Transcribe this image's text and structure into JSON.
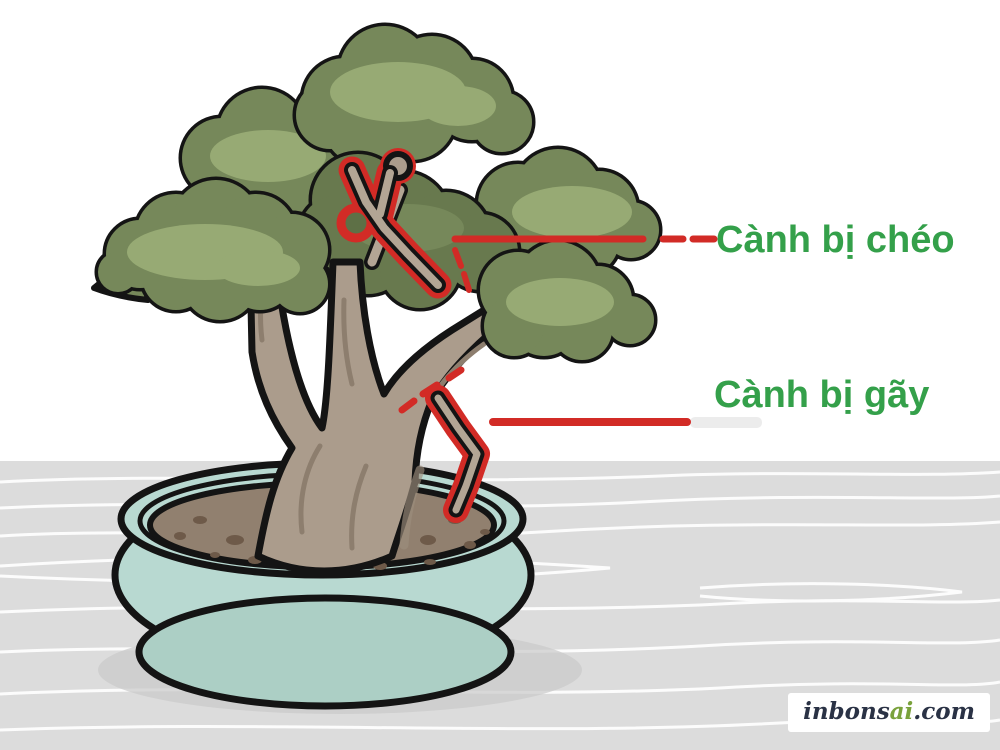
{
  "illustration": {
    "description": "Bonsai tree in a teal pot with pruning annotations",
    "background_wall": "#ffffff",
    "background_floor": "#dcdcdc"
  },
  "annotations": {
    "crossed_branch": {
      "label": "Cành bị chéo"
    },
    "broken_branch": {
      "label": "Cành bị gãy"
    }
  },
  "colors": {
    "label_green": "#34a04a",
    "annotation_red": "#d22b26",
    "foliage_dark": "#76885a",
    "foliage_darker": "#68794e",
    "foliage_light": "#97aa74",
    "trunk_tan": "#ab9c8c",
    "soil_brown": "#91806f",
    "pot_teal": "#b8d9d1",
    "pot_base_teal": "#accfc5",
    "floor_gray": "#dcdcdc",
    "outline_black": "#141414"
  },
  "watermark": {
    "prefix": "inbons",
    "accent": "ai",
    "suffix": ".com"
  }
}
